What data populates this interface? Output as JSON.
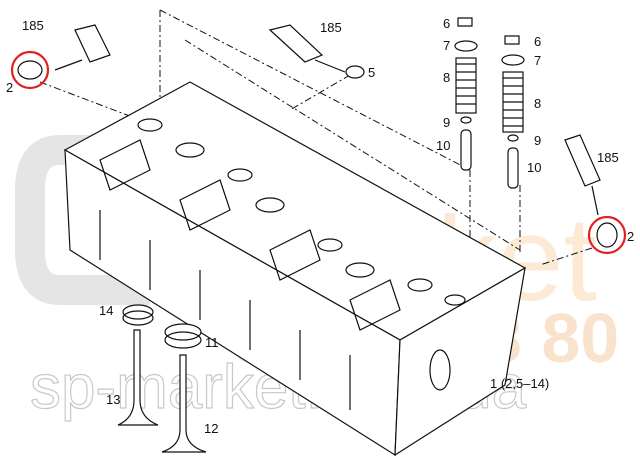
{
  "diagram": {
    "title": "1 (2,5–14)",
    "callouts": {
      "sealant_left": "185",
      "cap_left": "2",
      "sealant_top": "185",
      "seal_5": "5",
      "keeper_a": "6",
      "retainer_a": "7",
      "spring_a": "8",
      "ring_a": "9",
      "guide_a": "10",
      "keeper_b": "6",
      "retainer_b": "7",
      "spring_b": "8",
      "ring_b": "9",
      "guide_b": "10",
      "sealant_right": "185",
      "cap_right": "2",
      "seat_14": "14",
      "seat_11": "11",
      "valve_13": "13",
      "valve_12": "12"
    },
    "highlight_color": "#e02020"
  },
  "watermark": {
    "brand": "market",
    "phone": "067 ... 18 80",
    "site": "sp-market.com.ua"
  }
}
